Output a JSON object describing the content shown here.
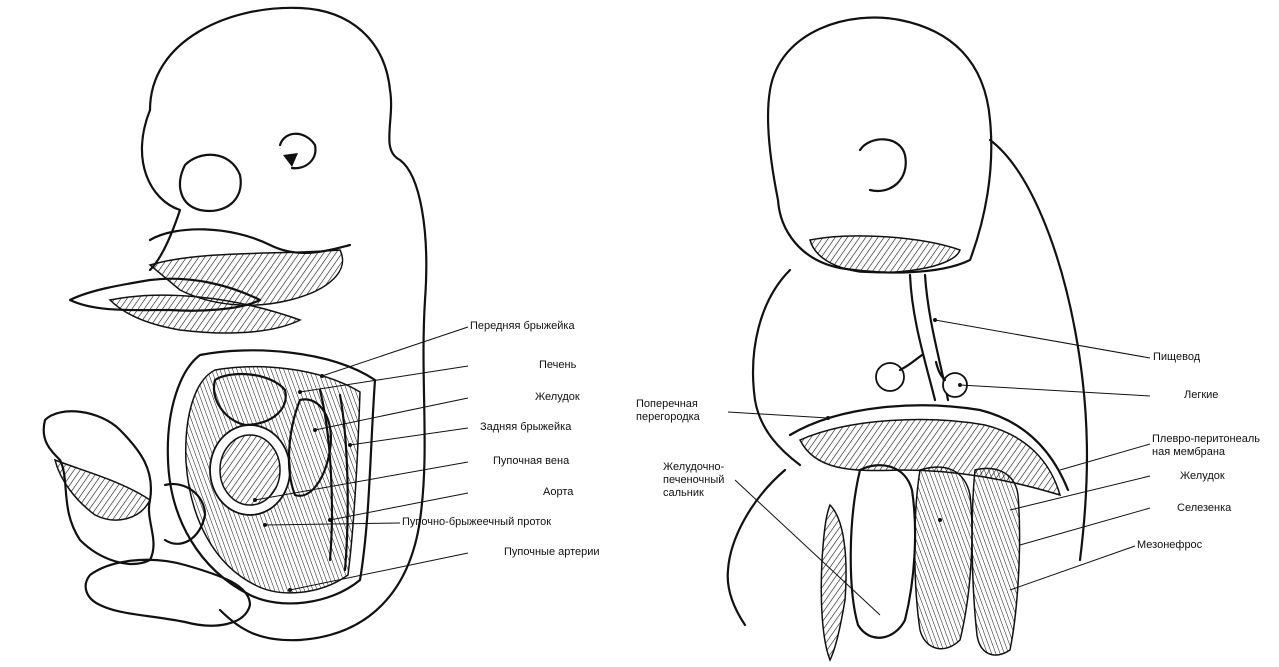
{
  "left_figure": {
    "labels": [
      "Передняя брыжейка",
      "Печень",
      "Желудок",
      "Задняя брыжейка",
      "Пупочная вена",
      "Аорта",
      "Пупочно-брыжеечный проток",
      "Пупочные артерии"
    ]
  },
  "right_figure": {
    "labels": [
      "Пищевод",
      "Легкие",
      "Поперечная перегородка",
      "Плевро-перитонеаль-ная мембрана",
      "Желудочно-печеночный сальник",
      "Желудок",
      "Селезенка",
      "Мезонефрос"
    ],
    "label_lines": {
      "septum_1": "Поперечная",
      "septum_2": "перегородка",
      "membrane_1": "Плевро-перитонеаль",
      "membrane_2": "ная мембрана",
      "omentum_1": "Желудочно-",
      "omentum_2": "печеночный",
      "omentum_3": "сальник"
    }
  }
}
